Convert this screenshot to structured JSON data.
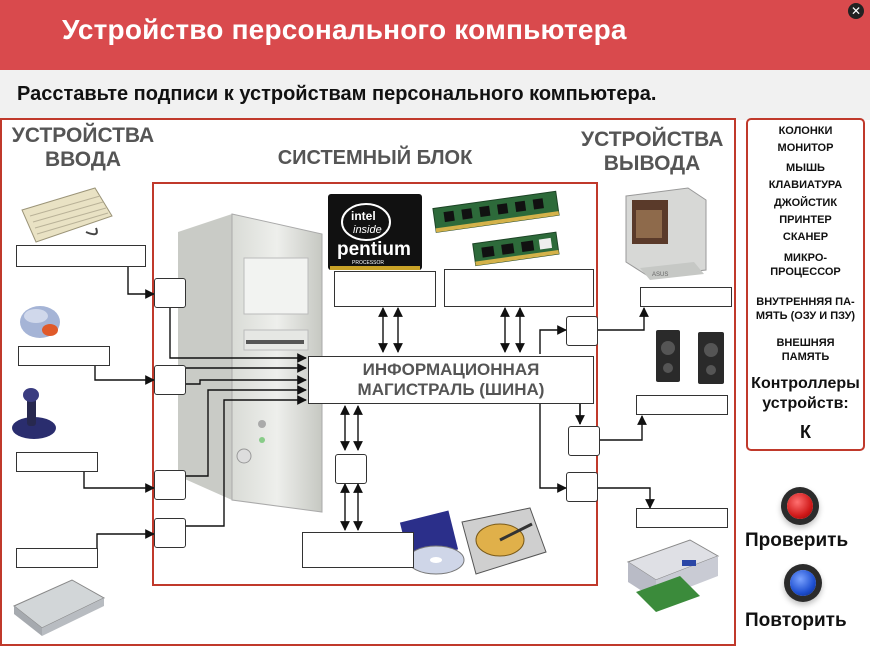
{
  "header": {
    "title": "Устройство персонального компьютера",
    "close_icon": "close-icon"
  },
  "instruction": "Расставьте подписи к  устройствам персонального компьютера.",
  "sections": {
    "input": [
      "УСТРОЙСТВА",
      "ВВОДА"
    ],
    "system": "СИСТЕМНЫЙ БЛОК",
    "output": [
      "УСТРОЙСТВА",
      "ВЫВОДА"
    ]
  },
  "bus": [
    "ИНФОРМАЦИОННАЯ",
    "МАГИСТРАЛЬ (ШИНА)"
  ],
  "cpu_chip": {
    "brand_top": "intel",
    "brand_inside": "inside",
    "name": "pentium",
    "sub": "PROCESSOR"
  },
  "monitor_brand": "ASUS",
  "word_bank": [
    [
      "КОЛОНКИ"
    ],
    [
      "МОНИТОР"
    ],
    [
      "МЫШЬ"
    ],
    [
      "КЛАВИАТУРА"
    ],
    [
      "ДЖОЙСТИК"
    ],
    [
      "ПРИНТЕР"
    ],
    [
      "СКАНЕР"
    ],
    [
      "МИКРО-",
      "ПРОЦЕССОР"
    ],
    [
      "ВНУТРЕННЯЯ ПА-",
      "МЯТЬ (ОЗУ И ПЗУ)"
    ],
    [
      "ВНЕШНЯЯ",
      "ПАМЯТЬ"
    ]
  ],
  "controllers": {
    "label": [
      "Контроллеры",
      "устройств:"
    ],
    "letter": "К"
  },
  "buttons": {
    "check": "Проверить",
    "retry": "Повторить"
  },
  "colors": {
    "header": "#d94a4d",
    "frame": "#c0392b",
    "check_button": "#d01a1a",
    "retry_button": "#1e4fd0"
  }
}
